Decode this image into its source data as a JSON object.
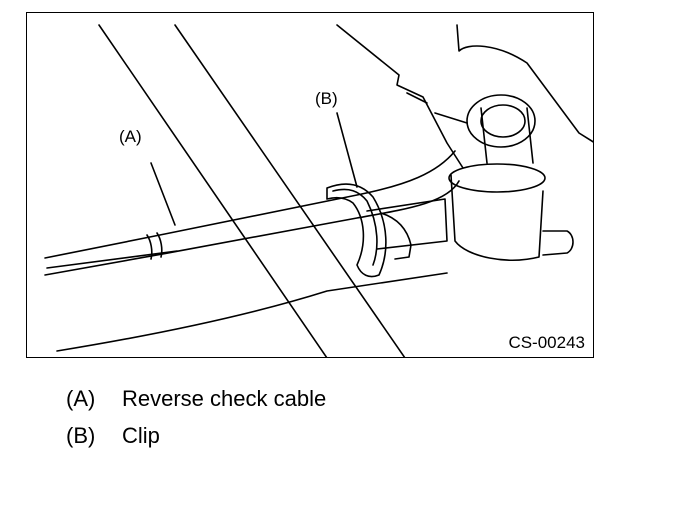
{
  "figure": {
    "code": "CS-00243",
    "callouts": {
      "a": "(A)",
      "b": "(B)"
    }
  },
  "legend": [
    {
      "key": "(A)",
      "text": "Reverse check cable"
    },
    {
      "key": "(B)",
      "text": "Clip"
    }
  ]
}
